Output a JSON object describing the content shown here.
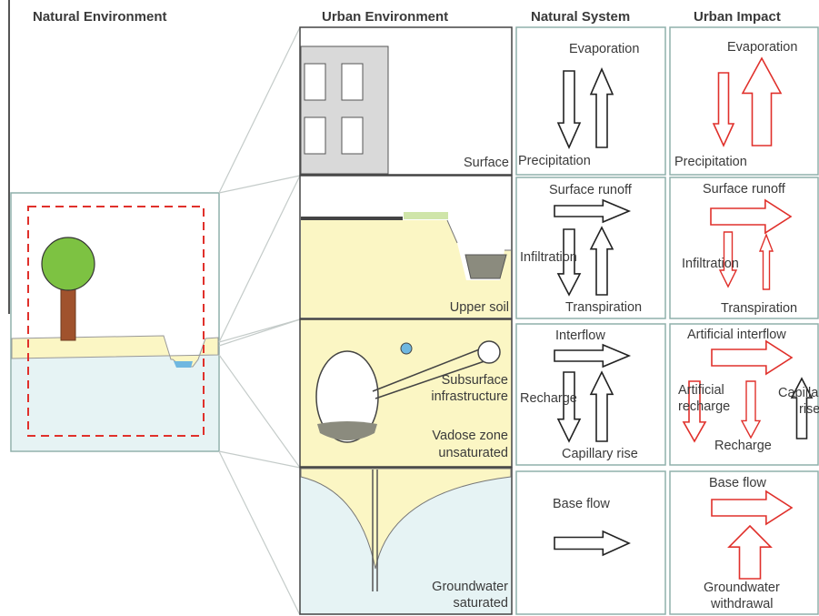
{
  "headers": {
    "natural_environment": "Natural Environment",
    "urban_environment": "Urban Environment",
    "natural_system": "Natural System",
    "urban_impact": "Urban Impact"
  },
  "urban_environment": {
    "surface": "Surface",
    "upper_soil": "Upper soil",
    "subsurface_line1": "Subsurface",
    "subsurface_line2": "infrastructure",
    "vadose_line1": "Vadose zone",
    "vadose_line2": "unsaturated",
    "groundwater_line1": "Groundwater",
    "groundwater_line2": "saturated"
  },
  "natural_system": {
    "evaporation": "Evaporation",
    "precipitation": "Precipitation",
    "surface_runoff": "Surface runoff",
    "infiltration": "Infiltration",
    "transpiration": "Transpiration",
    "interflow": "Interflow",
    "recharge": "Recharge",
    "capillary_rise": "Capillary rise",
    "base_flow": "Base flow"
  },
  "urban_impact": {
    "evaporation": "Evaporation",
    "precipitation": "Precipitation",
    "surface_runoff": "Surface runoff",
    "infiltration": "Infiltration",
    "transpiration": "Transpiration",
    "artificial_interflow": "Artificial interflow",
    "artificial_recharge_line1": "Artificial",
    "artificial_recharge_line2": "recharge",
    "capillary_line1": "Capillary",
    "capillary_line2": "rise",
    "recharge": "Recharge",
    "base_flow": "Base flow",
    "groundwater_line1": "Groundwater",
    "groundwater_line2": "withdrawal"
  },
  "colors": {
    "panel_border": "#8fb0ab",
    "soil": "#fbf6c4",
    "groundwater": "#e6f3f4",
    "building": "#d9d9d9",
    "impact_arrow": "#e0302b",
    "natural_arrow": "#222222",
    "tree_crown": "#7dc242",
    "tree_trunk": "#a0522d",
    "dashed_box": "#e0302b",
    "water": "#6fb7e0"
  }
}
